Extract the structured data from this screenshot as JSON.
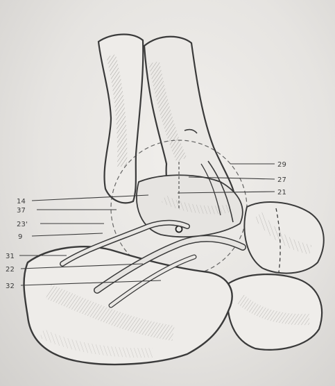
{
  "labels_left": [
    {
      "id": "lbl-14",
      "text": "14"
    },
    {
      "id": "lbl-37",
      "text": "37"
    },
    {
      "id": "lbl-23p",
      "text": "23'"
    },
    {
      "id": "lbl-9",
      "text": "9"
    },
    {
      "id": "lbl-31",
      "text": "31"
    },
    {
      "id": "lbl-22",
      "text": "22"
    },
    {
      "id": "lbl-32",
      "text": "32"
    }
  ],
  "labels_right": [
    {
      "id": "lbl-29",
      "text": "29"
    },
    {
      "id": "lbl-27",
      "text": "27"
    },
    {
      "id": "lbl-21",
      "text": "21"
    }
  ],
  "colors": {
    "ink": "#3a3a3a",
    "paper": "#ecebe8",
    "shade": "#a9a7a3"
  }
}
